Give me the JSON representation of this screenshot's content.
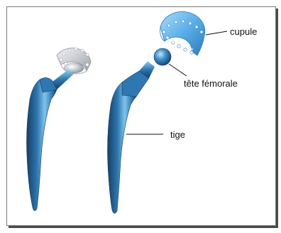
{
  "labels": {
    "cupule": "cupule",
    "tete_femorale": "tête fémorale",
    "tige": "tige"
  },
  "colors": {
    "stem_blue": "#2f77b0",
    "stem_highlight": "#7fc4ec",
    "stem_shadow": "#163f66",
    "cup_blue": "#5aaee8",
    "cup_gray": "#c9ccd2",
    "frame_border": "#7a7a7a"
  }
}
